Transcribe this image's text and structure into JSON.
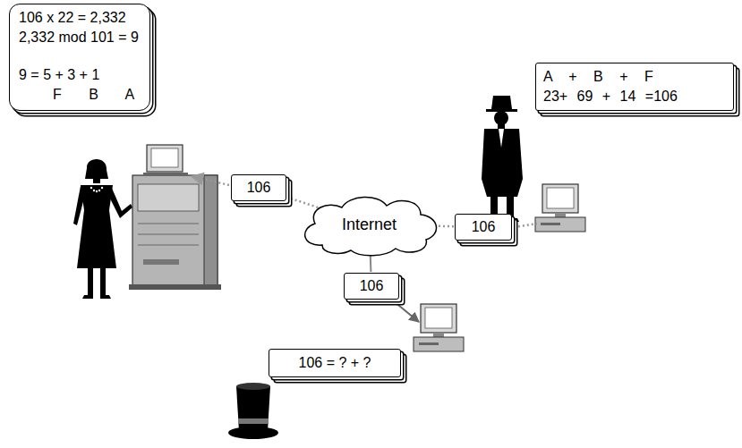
{
  "diagram": {
    "nodes": [
      {
        "text": [
          "106 x 22 = 2,332",
          "2,332 mod 101 = 9",
          "9 = 5 + 3 + 1",
          "F B A"
        ]
      },
      {
        "text": [
          "106"
        ]
      },
      {
        "text": [
          "A + B + F",
          "23+ 69 + 14 =106"
        ]
      },
      {
        "text": [
          "Internet"
        ]
      },
      {
        "text": [
          "106"
        ]
      },
      {
        "text": [
          "106"
        ]
      },
      {
        "text": [
          "106 = ? + ?"
        ]
      }
    ],
    "edges": [
      {
        "from": 4,
        "to": 3,
        "arrow": "none"
      },
      {
        "from": 3,
        "to": 1,
        "arrow": "none"
      },
      {
        "from": 3,
        "to": 5,
        "arrow": "none"
      }
    ]
  }
}
